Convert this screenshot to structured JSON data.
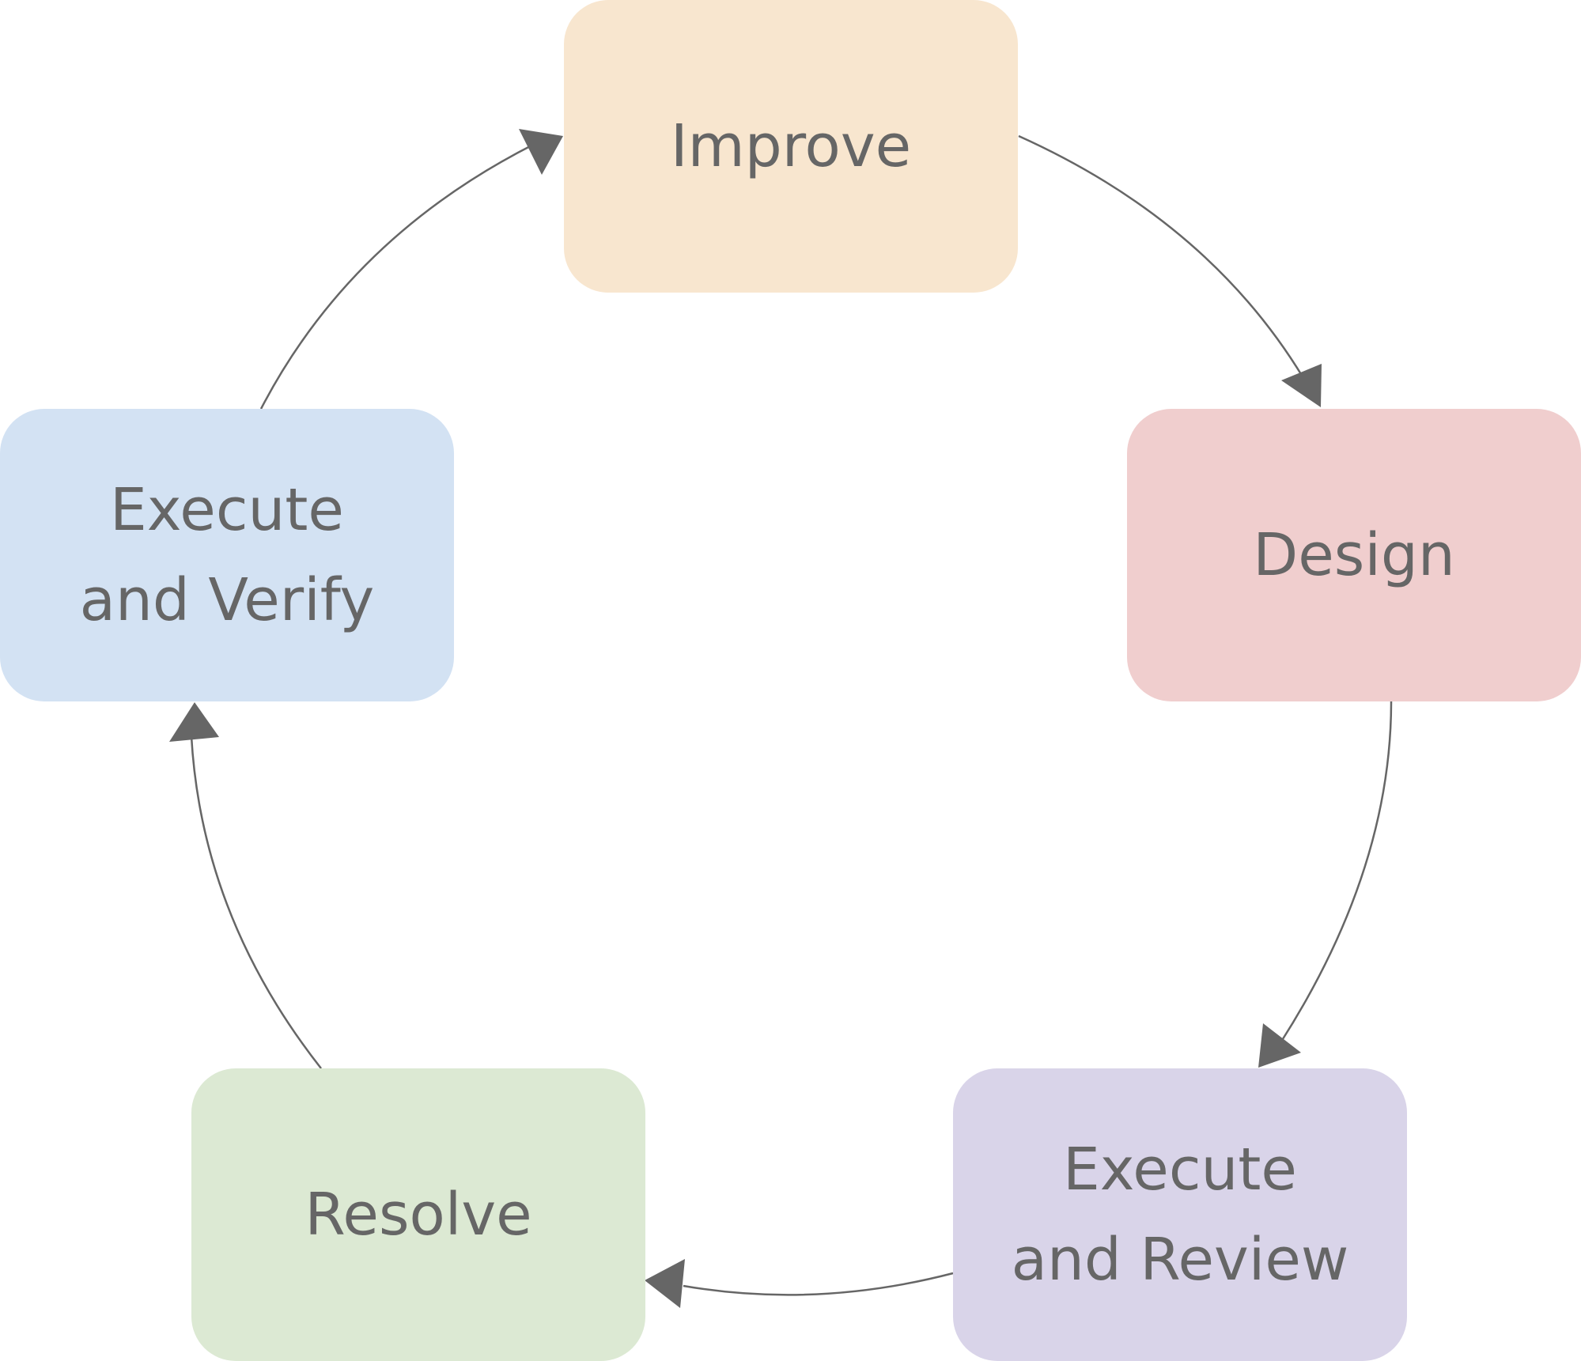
{
  "diagram": {
    "type": "cycle",
    "nodes": [
      {
        "id": "improve",
        "label": "Improve",
        "color": "#f8e6cf"
      },
      {
        "id": "design",
        "label": "Design",
        "color": "#f0cece"
      },
      {
        "id": "review",
        "label": "Execute\nand Review",
        "color": "#d9d4e9"
      },
      {
        "id": "resolve",
        "label": "Resolve",
        "color": "#dce9d3"
      },
      {
        "id": "verify",
        "label": "Execute\nand Verify",
        "color": "#d3e2f3"
      }
    ],
    "edges": [
      {
        "from": "improve",
        "to": "design"
      },
      {
        "from": "design",
        "to": "review"
      },
      {
        "from": "review",
        "to": "resolve"
      },
      {
        "from": "resolve",
        "to": "verify"
      },
      {
        "from": "verify",
        "to": "improve"
      }
    ],
    "edge_color": "#666666"
  }
}
